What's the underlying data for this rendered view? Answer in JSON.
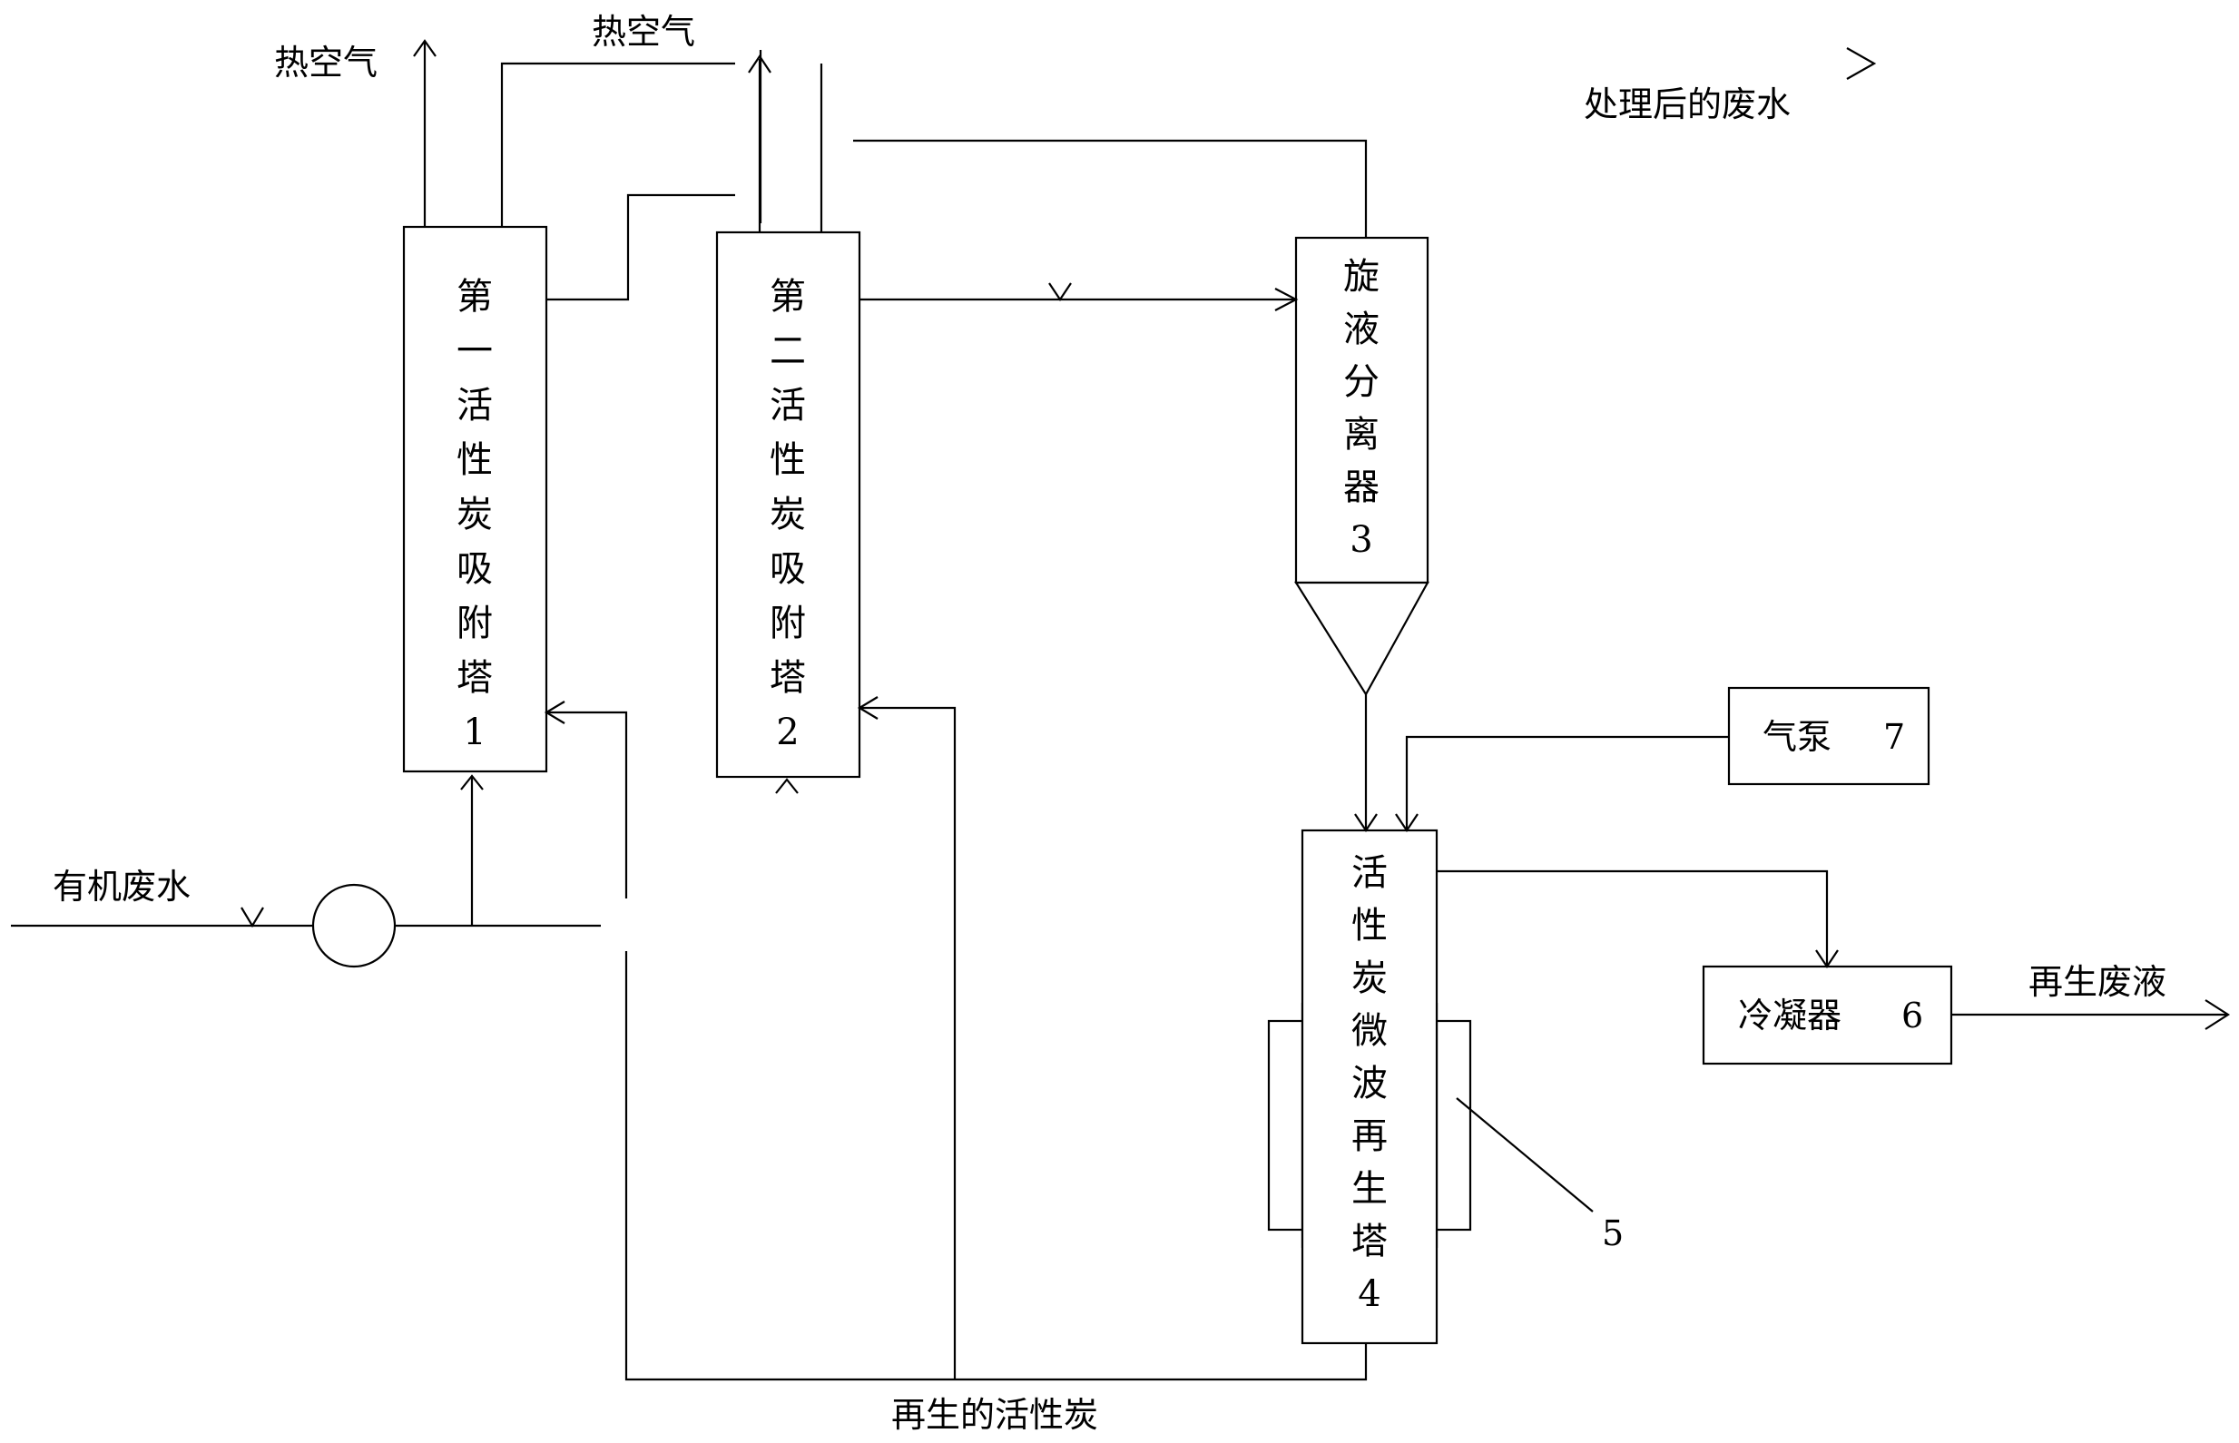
{
  "labels": {
    "hot_air_1": "热空气",
    "hot_air_2": "热空气",
    "treated_water": "处理后的废水",
    "organic_wastewater": "有机废水",
    "regenerated_carbon": "再生的活性炭",
    "regen_waste_liquid": "再生废液"
  },
  "equipment": {
    "tower1": {
      "chars": [
        "第",
        "一",
        "活",
        "性",
        "炭",
        "吸",
        "附",
        "塔",
        "1"
      ]
    },
    "tower2": {
      "chars": [
        "第",
        "二",
        "活",
        "性",
        "炭",
        "吸",
        "附",
        "塔",
        "2"
      ]
    },
    "separator": {
      "chars": [
        "旋",
        "液",
        "分",
        "离",
        "器",
        "3"
      ]
    },
    "regen_tower": {
      "chars": [
        "活",
        "性",
        "炭",
        "微",
        "波",
        "再",
        "生",
        "塔",
        "4"
      ]
    },
    "microwave_number": "5",
    "condenser": {
      "label": "冷凝器",
      "number": "6"
    },
    "air_pump": {
      "label": "气泵",
      "number": "7"
    }
  }
}
